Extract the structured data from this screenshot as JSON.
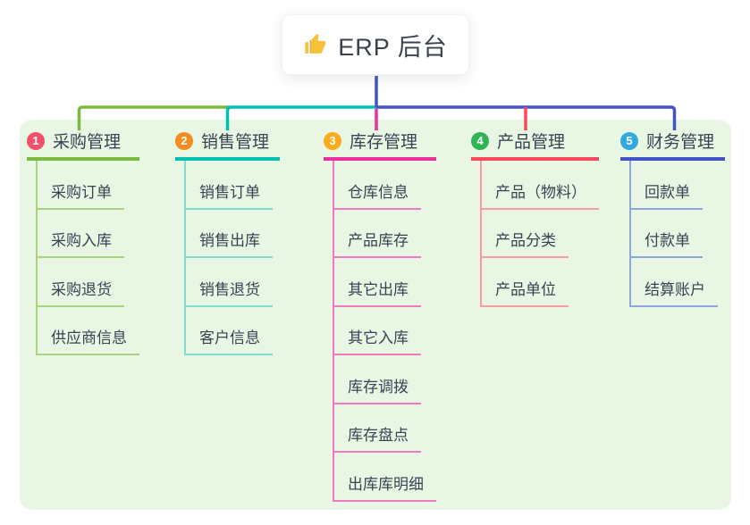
{
  "root": {
    "title": "ERP 后台",
    "icon": "thumbs-up-icon"
  },
  "colors": {
    "page_bg": "#FFFFFF",
    "panel_bg": "#E8F6E3",
    "text": "#3A4254",
    "root_line": "#4254C5",
    "thumb_icon": "#F6C13D"
  },
  "branches": [
    {
      "index": "1",
      "label": "采购管理",
      "badge_color": "#F1506B",
      "line_color": "#7CBA3F",
      "child_line_color": "#A9D37F",
      "children": [
        "采购订单",
        "采购入库",
        "采购退货",
        "供应商信息"
      ]
    },
    {
      "index": "2",
      "label": "销售管理",
      "badge_color": "#F68A1F",
      "line_color": "#00C0B2",
      "child_line_color": "#7FDCD0",
      "children": [
        "销售订单",
        "销售出库",
        "销售退货",
        "客户信息"
      ]
    },
    {
      "index": "3",
      "label": "库存管理",
      "badge_color": "#FBAC1C",
      "line_color": "#E8309F",
      "child_line_color": "#F279C0",
      "children": [
        "仓库信息",
        "产品库存",
        "其它出库",
        "其它入库",
        "库存调拨",
        "库存盘点",
        "出库库明细"
      ]
    },
    {
      "index": "4",
      "label": "产品管理",
      "badge_color": "#30B353",
      "line_color": "#F64A5C",
      "child_line_color": "#F89CA6",
      "children": [
        "产品（物料）",
        "产品分类",
        "产品单位"
      ]
    },
    {
      "index": "5",
      "label": "财务管理",
      "badge_color": "#30AAE0",
      "line_color": "#4254C5",
      "child_line_color": "#92A4E0",
      "children": [
        "回款单",
        "付款单",
        "结算账户"
      ]
    }
  ]
}
